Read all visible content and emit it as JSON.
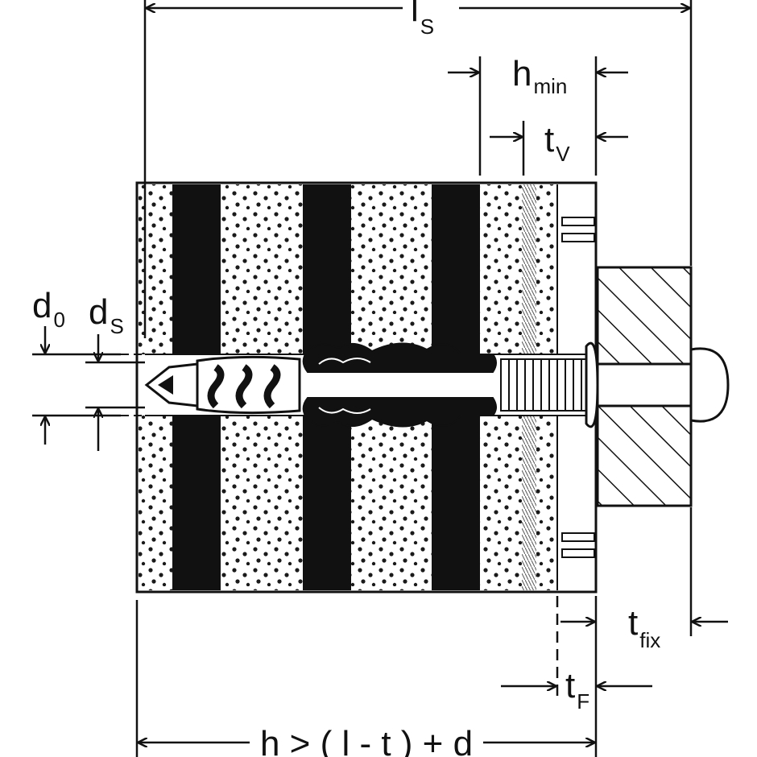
{
  "labels": {
    "ls": {
      "main": "l",
      "sub": "S"
    },
    "hmin": {
      "main": "h",
      "sub": "min"
    },
    "tv": {
      "main": "t",
      "sub": "V"
    },
    "d0": {
      "main": "d",
      "sub": "0"
    },
    "ds": {
      "main": "d",
      "sub": "S"
    },
    "tfix": {
      "main": "t",
      "sub": "fix"
    },
    "tf": {
      "main": "t",
      "sub": "F"
    },
    "h_formula": "h > ( l - t ) + d"
  },
  "colors": {
    "ink": "#111111",
    "paper": "#ffffff",
    "dot": "#1a1a1a"
  }
}
